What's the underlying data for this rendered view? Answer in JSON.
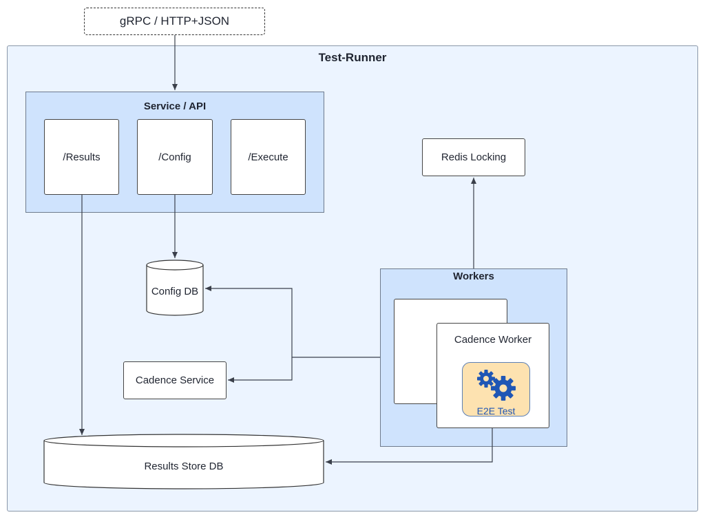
{
  "client": {
    "label": "gRPC / HTTP+JSON"
  },
  "runner": {
    "title": "Test-Runner"
  },
  "service_api": {
    "title": "Service / API",
    "endpoints": [
      "/Results",
      "/Config",
      "/Execute"
    ]
  },
  "redis": {
    "label": "Redis Locking"
  },
  "config_db": {
    "label": "Config DB"
  },
  "workers": {
    "title": "Workers",
    "worker_label": "Cadence Worker",
    "task_label": "E2E Test",
    "task_icon": "gears-icon"
  },
  "cadence_service": {
    "label": "Cadence Service"
  },
  "results_db": {
    "label": "Results Store DB"
  },
  "colors": {
    "outer_bg": "#ecf4ff",
    "group_bg": "#cfe3fd",
    "task_bg": "#fde2b0",
    "task_text": "#1e55b3"
  }
}
